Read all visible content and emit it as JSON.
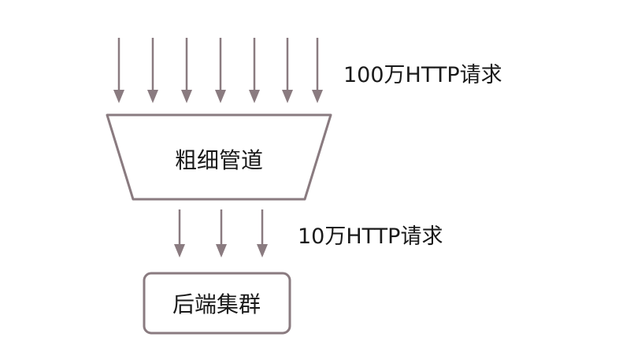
{
  "top_request_label": "100万HTTP请求",
  "funnel_label": "粗细管道",
  "bottom_request_label": "10万HTTP请求",
  "backend_label": "后端集群",
  "colors": {
    "stroke": "#8a7b80",
    "text": "#1a1a1a",
    "background": "#ffffff"
  }
}
